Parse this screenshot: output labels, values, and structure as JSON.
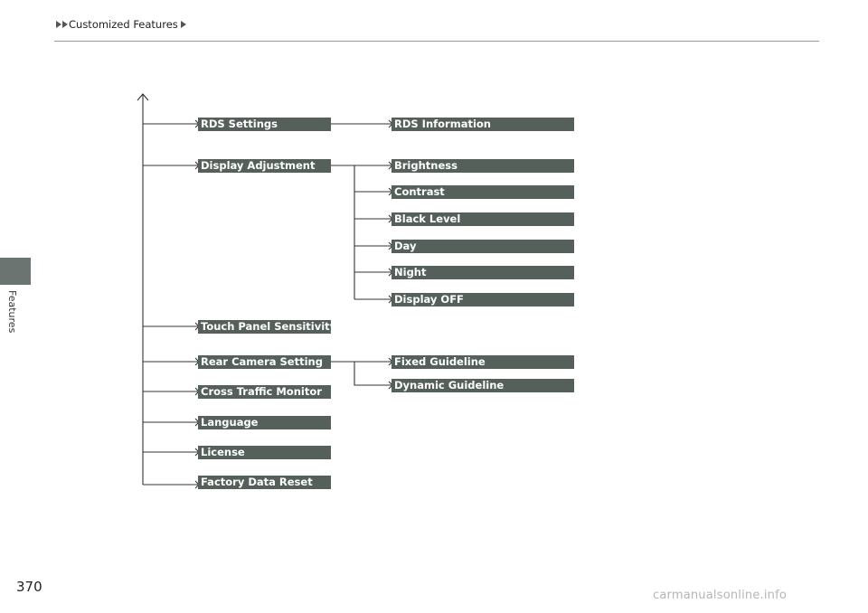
{
  "header": {
    "breadcrumb": "Customized Features"
  },
  "side_tab": {
    "label": "Features"
  },
  "tree": {
    "level1": [
      "RDS Settings",
      "Display Adjustment",
      "Touch Panel Sensitivity",
      "Rear Camera Setting",
      "Cross Traffic Monitor",
      "Language",
      "License",
      "Factory Data Reset"
    ],
    "rds_children": [
      "RDS Information"
    ],
    "display_children": [
      "Brightness",
      "Contrast",
      "Black Level",
      "Day",
      "Night",
      "Display OFF"
    ],
    "camera_children": [
      "Fixed Guideline",
      "Dynamic Guideline"
    ]
  },
  "colors": {
    "node_bg": "#55605b",
    "node_text": "#ffffff",
    "line": "#333333",
    "tab": "#6b7470"
  },
  "footer": {
    "page_number": "370",
    "watermark": "carmanualsonline.info"
  }
}
